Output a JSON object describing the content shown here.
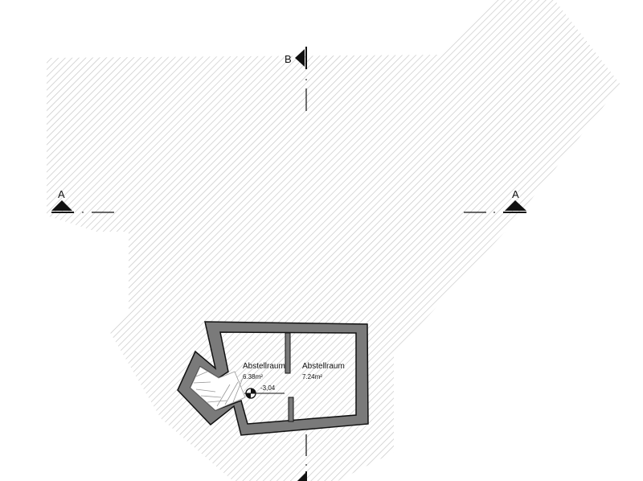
{
  "section_markers": {
    "top_label": "B",
    "left_label": "A",
    "right_label": "A"
  },
  "rooms": [
    {
      "name": "Abstellraum",
      "area": "6.38m²"
    },
    {
      "name": "Abstellraum",
      "area": "7.24m²"
    }
  ],
  "level_marker": {
    "value": "-3,04"
  },
  "colors": {
    "wall_fill": "#7a7a7a",
    "hatch": "#c8c8c8",
    "line": "#111111"
  }
}
